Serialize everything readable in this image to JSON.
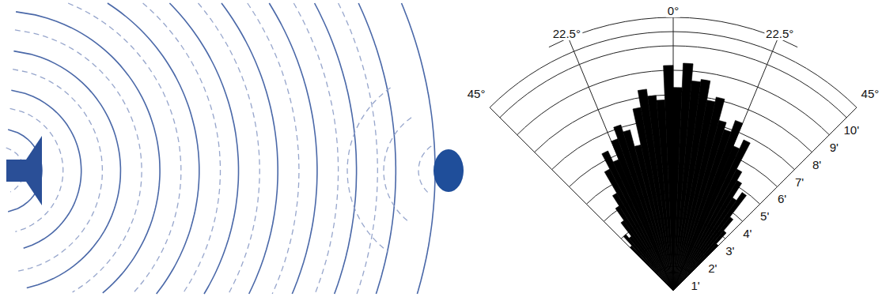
{
  "diagram": {
    "labels": [
      "0°",
      "22.5°",
      "22.5°",
      "45°",
      "45°",
      "10'",
      "9'",
      "8'",
      "7'",
      "6'",
      "5'",
      "4'",
      "3'",
      "2'",
      "1'"
    ]
  }
}
